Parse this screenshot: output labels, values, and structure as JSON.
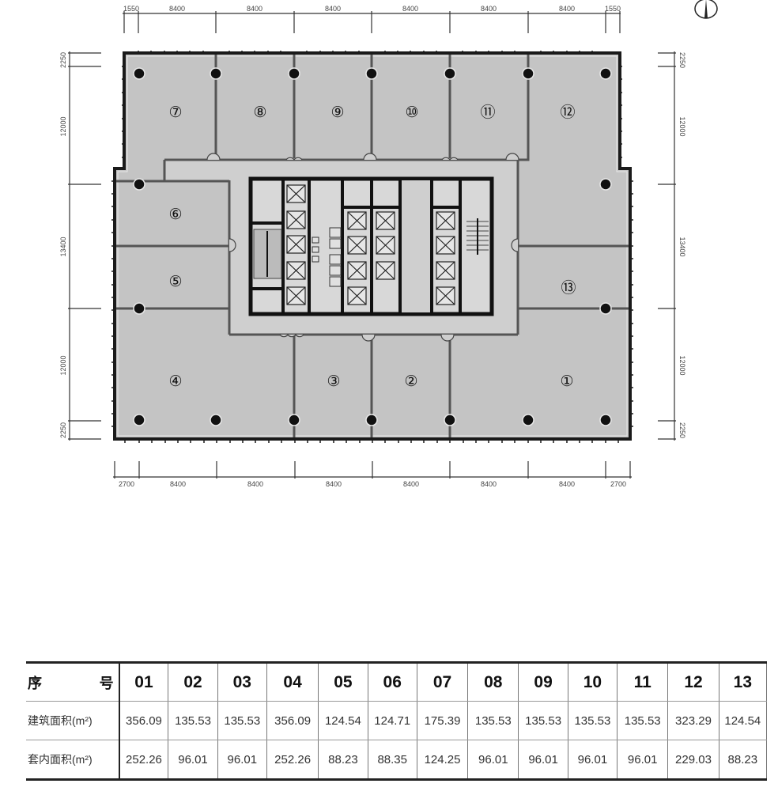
{
  "plan": {
    "north_symbol": "north-arrow",
    "top_dimensions": [
      "1550",
      "8400",
      "8400",
      "8400",
      "8400",
      "8400",
      "8400",
      "1550"
    ],
    "bottom_dimensions": [
      "2700",
      "8400",
      "8400",
      "8400",
      "8400",
      "8400",
      "8400",
      "2700"
    ],
    "left_dimensions": [
      "2250",
      "12000",
      "13400",
      "12000",
      "2250"
    ],
    "right_dimensions": [
      "2250",
      "12000",
      "13400",
      "12000",
      "2250"
    ],
    "units": [
      {
        "id": "1",
        "label": "①"
      },
      {
        "id": "2",
        "label": "②"
      },
      {
        "id": "3",
        "label": "③"
      },
      {
        "id": "4",
        "label": "④"
      },
      {
        "id": "5",
        "label": "⑤"
      },
      {
        "id": "6",
        "label": "⑥"
      },
      {
        "id": "7",
        "label": "⑦"
      },
      {
        "id": "8",
        "label": "⑧"
      },
      {
        "id": "9",
        "label": "⑨"
      },
      {
        "id": "10",
        "label": "⑩"
      },
      {
        "id": "11",
        "label": "⑪"
      },
      {
        "id": "12",
        "label": "⑫"
      },
      {
        "id": "13",
        "label": "⑬"
      }
    ],
    "colors": {
      "floor": "#c4c4c4",
      "wall": "#1a1a1a",
      "partition": "#555555",
      "corridor": "#cfcfcf"
    }
  },
  "table": {
    "header_label_left": "序",
    "header_label_right": "号",
    "columns": [
      "01",
      "02",
      "03",
      "04",
      "05",
      "06",
      "07",
      "08",
      "09",
      "10",
      "11",
      "12",
      "13"
    ],
    "rows": [
      {
        "label": "建筑面积(m²)",
        "values": [
          "356.09",
          "135.53",
          "135.53",
          "356.09",
          "124.54",
          "124.71",
          "175.39",
          "135.53",
          "135.53",
          "135.53",
          "135.53",
          "323.29",
          "124.54"
        ]
      },
      {
        "label": "套内面积(m²)",
        "values": [
          "252.26",
          "96.01",
          "96.01",
          "252.26",
          "88.23",
          "88.35",
          "124.25",
          "96.01",
          "96.01",
          "96.01",
          "96.01",
          "229.03",
          "88.23"
        ]
      }
    ]
  }
}
